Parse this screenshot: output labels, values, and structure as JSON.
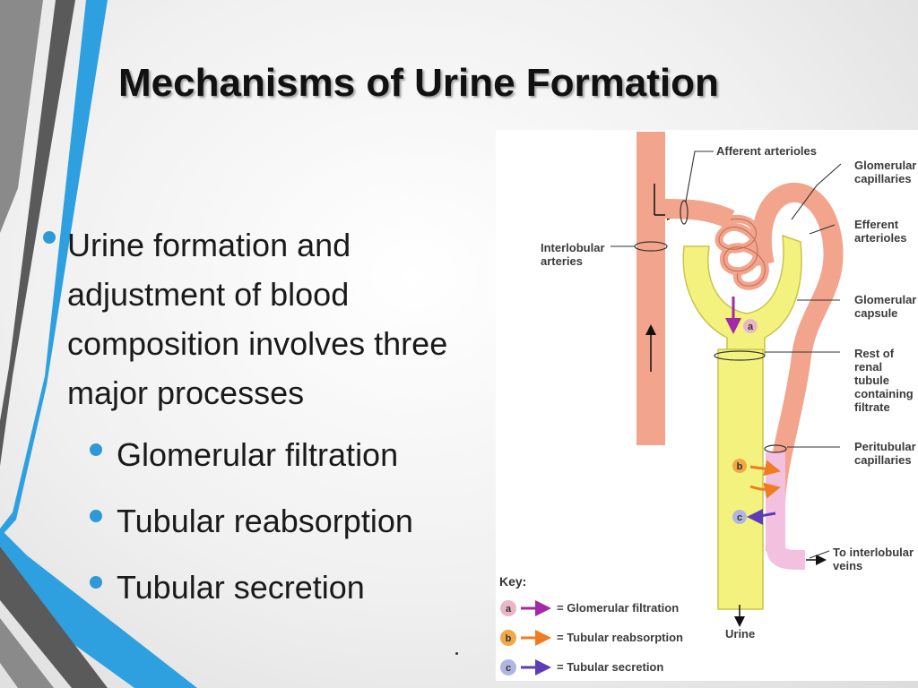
{
  "slide": {
    "title": "Mechanisms of Urine Formation",
    "main_bullet": "Urine formation and adjustment of blood composition involves three major processes",
    "sub_bullets": [
      "Glomerular filtration",
      "Tubular reabsorption",
      "Tubular secretion"
    ],
    "footnote": "."
  },
  "diagram": {
    "labels": {
      "afferent": "Afferent arterioles",
      "glomerular_capillaries": "Glomerular capillaries",
      "efferent": "Efferent arterioles",
      "interlobular_arteries": "Interlobular arteries",
      "glomerular_capsule": "Glomerular capsule",
      "rest_of_tubule": "Rest of renal tubule containing filtrate",
      "peritubular": "Peritubular capillaries",
      "to_veins": "To interlobular veins",
      "urine": "Urine"
    },
    "markers": {
      "a": "a",
      "b": "b",
      "c": "c"
    },
    "key": {
      "title": "Key:",
      "items": [
        {
          "letter": "a",
          "label": "= Glomerular filtration"
        },
        {
          "letter": "b",
          "label": "= Tubular reabsorption"
        },
        {
          "letter": "c",
          "label": "= Tubular secretion"
        }
      ]
    },
    "colors": {
      "artery": "#f2a48c",
      "tubule": "#f4f27e",
      "tubule_outline": "#c9c44a",
      "peritubular": "#f3c0e0",
      "filtration": "#a12aa6",
      "reabsorption": "#ef7c1f",
      "secretion": "#5b3db8",
      "marker_a": "#e9b6c8",
      "marker_b": "#f0a848",
      "marker_c": "#b0b6e0"
    }
  },
  "decor": {
    "stripe_blue": "#2ea0e0",
    "stripe_dark": "#555555",
    "stripe_gray": "#8a8a8a"
  }
}
